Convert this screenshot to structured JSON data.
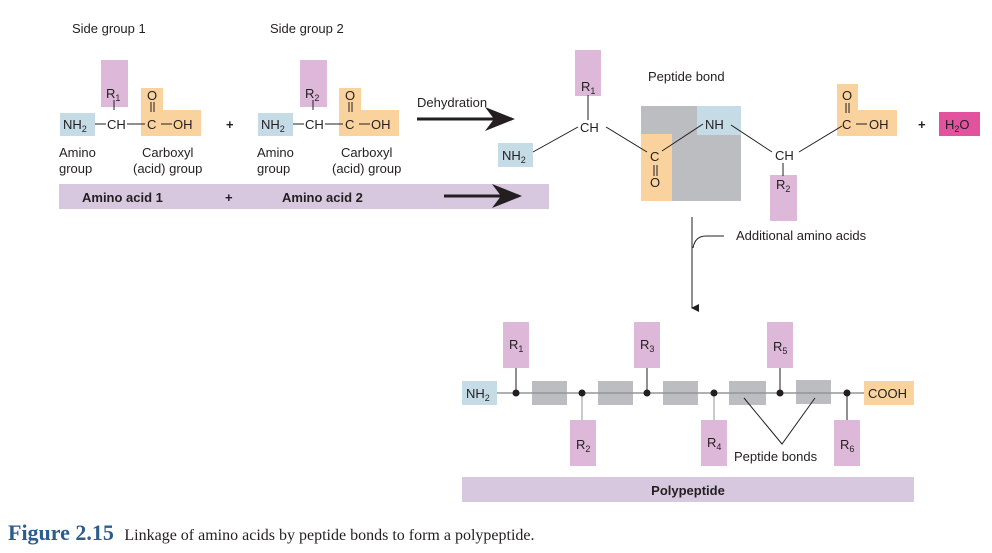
{
  "labels": {
    "side_group_1": "Side group 1",
    "side_group_2": "Side group 2",
    "dehydration": "Dehydration",
    "peptide_bond": "Peptide bond",
    "additional_amino_acids": "Additional amino acids",
    "peptide_bonds": "Peptide bonds",
    "amino_group": [
      "Amino",
      "group"
    ],
    "carboxyl_group": [
      "Carboxyl",
      "(acid) group"
    ]
  },
  "amino_acid_1": {
    "r": "R",
    "r_sub": "1",
    "nh": "NH",
    "nh_sub": "2",
    "ch": "CH",
    "c": "C",
    "o": "O",
    "oh": "OH"
  },
  "amino_acid_2": {
    "r": "R",
    "r_sub": "2",
    "nh": "NH",
    "nh_sub": "2",
    "ch": "CH",
    "c": "C",
    "o": "O",
    "oh": "OH"
  },
  "plus": "+",
  "dipeptide": {
    "r1": "R",
    "r1_sub": "1",
    "r2": "R",
    "r2_sub": "2",
    "nh2": "NH",
    "nh2_sub": "2",
    "ch": "CH",
    "c": "C",
    "o": "O",
    "nh": "NH",
    "oh": "OH",
    "water": {
      "h": "H",
      "sub": "2",
      "o": "O"
    }
  },
  "band_top": {
    "aa1": "Amino acid 1",
    "plus": "+",
    "aa2": "Amino acid 2"
  },
  "polypeptide": {
    "nh2": "NH",
    "nh2_sub": "2",
    "cooh": "COOH",
    "residues": [
      {
        "r": "R",
        "sub": "1"
      },
      {
        "r": "R",
        "sub": "2"
      },
      {
        "r": "R",
        "sub": "3"
      },
      {
        "r": "R",
        "sub": "4"
      },
      {
        "r": "R",
        "sub": "5"
      },
      {
        "r": "R",
        "sub": "6"
      }
    ],
    "band_label": "Polypeptide"
  },
  "caption": {
    "number": "Figure 2.15",
    "text": "Linkage of amino acids by peptide bonds to form a polypeptide."
  },
  "colors": {
    "r_group": "#ddb8d8",
    "amino": "#c5dbe6",
    "carboxyl": "#f9d29e",
    "peptide_bond": "#bcbdc0",
    "water": "#e2529e",
    "band": "#d7c8df",
    "caption_number": "#2b5d8e"
  }
}
